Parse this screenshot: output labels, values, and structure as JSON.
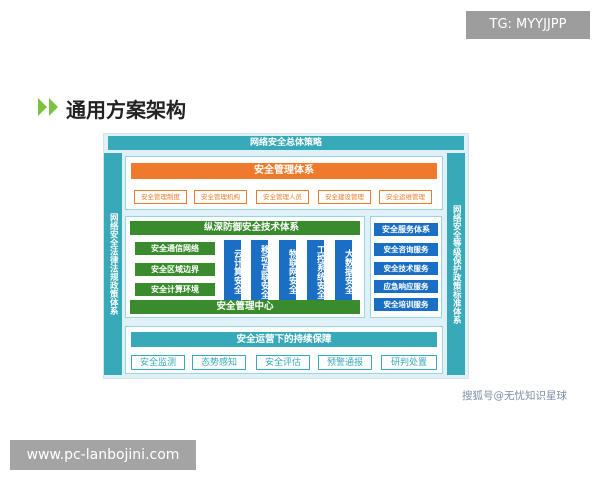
{
  "tag": "TG: MYYJJPP",
  "title": "通用方案架构",
  "diagram": {
    "top_bar": "网络安全总体策略",
    "left_side": "网络安全法律法规政策体系",
    "right_side": "网络安全等级保护政策标准体系",
    "management": {
      "header": "安全管理体系",
      "items": [
        "安全管理制度",
        "安全管理机构",
        "安全管理人员",
        "安全建设管理",
        "安全运维管理"
      ]
    },
    "defense": {
      "header": "纵深防御安全技术体系",
      "rows": [
        "安全通信网络",
        "安全区域边界",
        "安全计算环境"
      ],
      "columns": [
        "云计算安全",
        "移动互联安全",
        "物联网安全",
        "工控系统安全",
        "大数据安全"
      ],
      "center": "安全管理中心"
    },
    "services": {
      "header": "安全服务体系",
      "items": [
        "安全咨询服务",
        "安全技术服务",
        "应急响应服务",
        "安全培训服务"
      ]
    },
    "operations": {
      "header": "安全运营下的持续保障",
      "items": [
        "安全监测",
        "态势感知",
        "安全评估",
        "预警通报",
        "研判处置"
      ]
    }
  },
  "watermark": "搜狐号@无忧知识星球",
  "url": "www.pc-lanbojini.com",
  "colors": {
    "teal": "#37a9b8",
    "orange": "#f07a2c",
    "green": "#3a8b2e",
    "blue": "#1a6fc4",
    "accent_arrow": "#7cc242"
  }
}
